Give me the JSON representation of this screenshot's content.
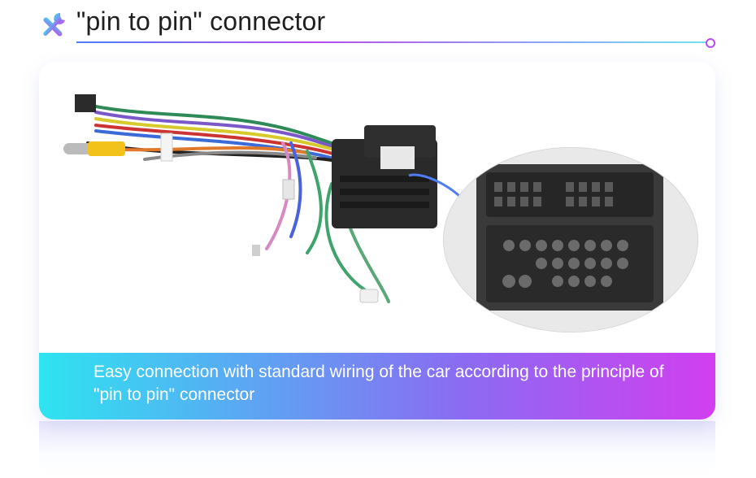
{
  "header": {
    "title": "\"pin to pin\" connector",
    "icon": "tools-icon"
  },
  "colors": {
    "accent_cyan": "#2ee4f0",
    "accent_purple": "#d23ef0",
    "text_dark": "#1f1f1f"
  },
  "banner": {
    "text": "Easy connection with standard wiring of the car according to the principle of \"pin to pin\" connector"
  },
  "photo": {
    "subject": "wiring-harness-with-connector",
    "zoom_subject": "connector-pin-closeup"
  }
}
